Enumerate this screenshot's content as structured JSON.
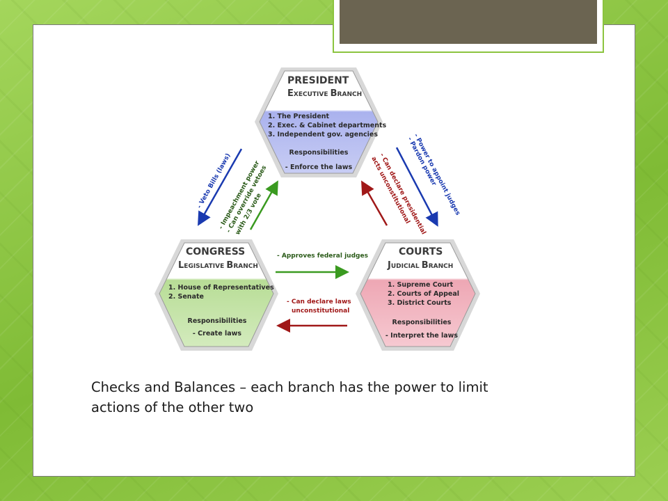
{
  "colors": {
    "background": "#8cc43f",
    "title_bar": "#6b6451",
    "executive": "#b7bdf0",
    "legislative": "#bfe0a0",
    "judicial": "#f1b3be",
    "blue_arrow": "#1a3ab0",
    "green_arrow": "#3a9a20",
    "red_arrow": "#a01818"
  },
  "diagram": {
    "president": {
      "name": "PRESIDENT",
      "branch_cap1": "E",
      "branch_rest1": "XECUTIVE ",
      "branch_cap2": "B",
      "branch_rest2": "RANCH",
      "items": [
        "1. The President",
        "2. Exec. & Cabinet departments",
        "3. Independent gov. agencies"
      ],
      "resp_title": "Responsibilities",
      "resp": "- Enforce the laws"
    },
    "congress": {
      "name": "CONGRESS",
      "branch_cap1": "L",
      "branch_rest1": "EGISLATIVE ",
      "branch_cap2": "B",
      "branch_rest2": "RANCH",
      "items": [
        "1. House of Representatives",
        "2. Senate"
      ],
      "resp_title": "Responsibilities",
      "resp": "- Create laws"
    },
    "courts": {
      "name": "COURTS",
      "branch_cap1": "J",
      "branch_rest1": "UDICIAL ",
      "branch_cap2": "B",
      "branch_rest2": "RANCH",
      "items": [
        "1. Supreme Court",
        "2. Courts of Appeal",
        "3. District Courts"
      ],
      "resp_title": "Responsibilities",
      "resp": "- Interpret the laws"
    },
    "arrows": {
      "veto": "- Veto Bills (laws)",
      "impeach": [
        "- Impeachment power",
        "- Can override vetoes",
        "with 2/3 vote"
      ],
      "appoint": [
        "- Power to appoint judges",
        "- Pardon power"
      ],
      "declare_pres": [
        "- Can declare presidential",
        "acts unconstitutional"
      ],
      "approves": "- Approves federal judges",
      "declare_laws": [
        "- Can declare laws",
        "unconstitutional"
      ]
    }
  },
  "caption": {
    "line1": "Checks and Balances – each branch has the power to limit",
    "line2": "actions of the other two"
  }
}
